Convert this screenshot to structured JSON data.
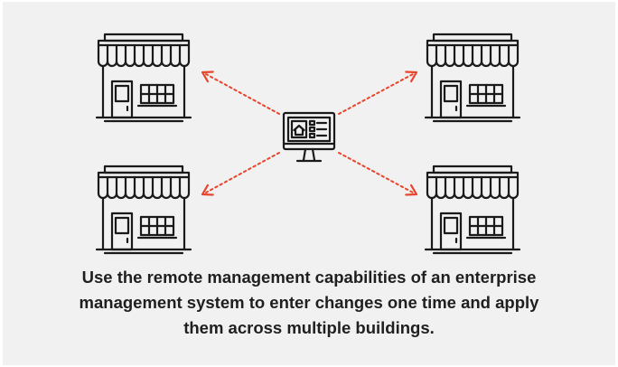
{
  "diagram": {
    "center_node": {
      "icon": "monitor-home-icon"
    },
    "building_nodes": [
      {
        "id": "top-left",
        "icon": "storefront-icon"
      },
      {
        "id": "top-right",
        "icon": "storefront-icon"
      },
      {
        "id": "bottom-left",
        "icon": "storefront-icon"
      },
      {
        "id": "bottom-right",
        "icon": "storefront-icon"
      }
    ],
    "connector_style": "dotted-arrow",
    "colors": {
      "background": "#f1f1f1",
      "icon_stroke": "#1a1a1a",
      "arrow": "#e8452c"
    }
  },
  "caption": {
    "line1": "Use the remote management capabilities of an enterprise",
    "line2": "management system to enter changes one time and apply",
    "line3": "them across multiple buildings."
  }
}
